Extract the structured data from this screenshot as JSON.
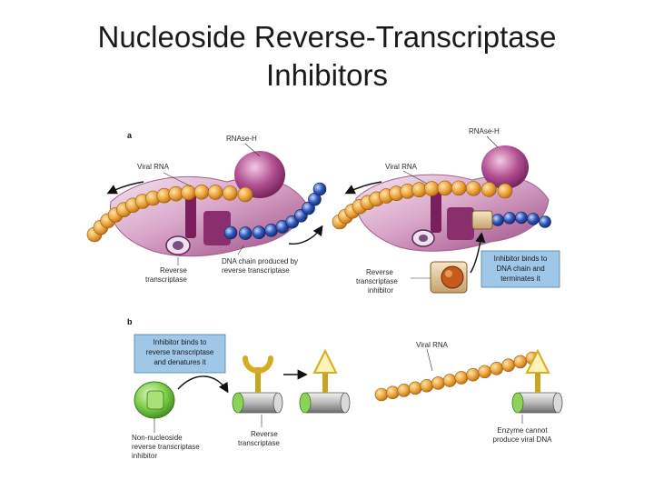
{
  "title": {
    "line1": "Nucleoside Reverse-Transcriptase",
    "line2": "Inhibitors"
  },
  "panel_a": {
    "letter": "a",
    "left": {
      "rnase": "RNAse-H",
      "viral_rna": "Viral RNA",
      "rt_line1": "Reverse",
      "rt_line2": "transcriptase",
      "dna_line1": "DNA chain produced by",
      "dna_line2": "reverse transcriptase"
    },
    "right": {
      "rnase": "RNAse-H",
      "viral_rna": "Viral RNA",
      "rti_line1": "Reverse",
      "rti_line2": "transcriptase",
      "rti_line3": "inhibitor",
      "box_line1": "Inhibitor binds to",
      "box_line2": "DNA chain and",
      "box_line3": "terminates it"
    }
  },
  "panel_b": {
    "letter": "b",
    "box_line1": "Inhibitor binds to",
    "box_line2": "reverse transcriptase",
    "box_line3": "and denatures it",
    "nnrti_line1": "Non-nucleoside",
    "nnrti_line2": "reverse transcriptase",
    "nnrti_line3": "inhibitor",
    "rt_line1": "Reverse",
    "rt_line2": "transcriptase",
    "viral_rna": "Viral RNA",
    "enzyme_line1": "Enzyme cannot",
    "enzyme_line2": "produce viral DNA"
  },
  "colors": {
    "rna_bead": "#e9a13a",
    "dna_bead": "#2f57b8",
    "enzyme": "#c48bb6",
    "enzyme_dark": "#8a2f6e",
    "callout_box": "#9fc7e8",
    "inhibitor_green": "#7fcf4a"
  }
}
